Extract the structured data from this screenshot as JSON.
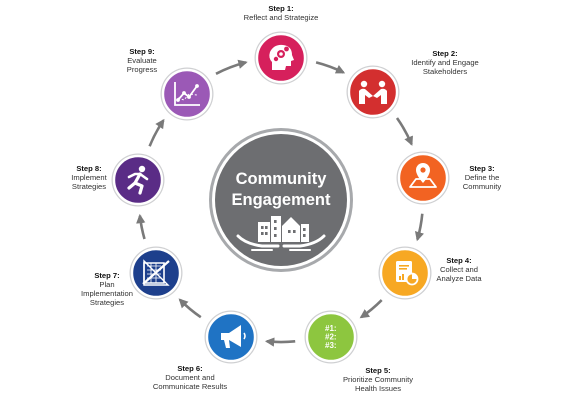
{
  "center": {
    "title_line1": "Community",
    "title_line2": "Engagement"
  },
  "steps": [
    {
      "title": "Step 1:",
      "desc": [
        "Reflect and Strategize"
      ],
      "color": "#d6205c",
      "icon": "head-gears-icon"
    },
    {
      "title": "Step 2:",
      "desc": [
        "Identify and Engage",
        "Stakeholders"
      ],
      "color": "#d32f2f",
      "icon": "handshake-icon"
    },
    {
      "title": "Step 3:",
      "desc": [
        "Define the",
        "Community"
      ],
      "color": "#f26322",
      "icon": "map-pin-icon"
    },
    {
      "title": "Step 4:",
      "desc": [
        "Collect and",
        "Analyze Data"
      ],
      "color": "#f7a823",
      "icon": "clipboard-chart-icon"
    },
    {
      "title": "Step 5:",
      "desc": [
        "Prioritize Community",
        "Health Issues"
      ],
      "color": "#8dc63f",
      "icon": "priority-list-icon",
      "icon_text": [
        "#1:",
        "#2:",
        "#3:"
      ]
    },
    {
      "title": "Step 6:",
      "desc": [
        "Document and",
        "Communicate Results"
      ],
      "color": "#1f73c4",
      "icon": "megaphone-icon"
    },
    {
      "title": "Step 7:",
      "desc": [
        "Plan",
        "Implementation",
        "Strategies"
      ],
      "color": "#1d3f8c",
      "icon": "blueprint-icon"
    },
    {
      "title": "Step 8:",
      "desc": [
        "Implement",
        "Strategies"
      ],
      "color": "#5a2c86",
      "icon": "running-person-icon"
    },
    {
      "title": "Step 9:",
      "desc": [
        "Evaluate",
        "Progress"
      ],
      "color": "#9b59b6",
      "icon": "line-graph-icon"
    }
  ],
  "colors": {
    "center_fill": "#6d6e71",
    "center_ring": "#a7a9ac",
    "arrow": "#7a7a7a"
  }
}
